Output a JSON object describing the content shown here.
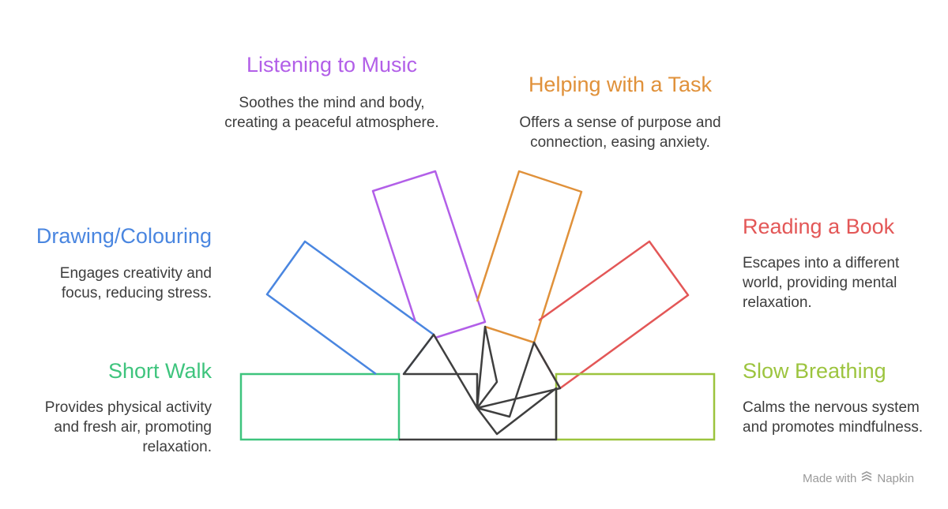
{
  "items": [
    {
      "title": "Short Walk",
      "description": "Provides physical activity and fresh air, promoting relaxation.",
      "color": "#3ec47d"
    },
    {
      "title": "Drawing/Colouring",
      "description": "Engages creativity and focus, reducing stress.",
      "color": "#4a86e0"
    },
    {
      "title": "Listening to Music",
      "description": "Soothes the mind and body, creating a peaceful atmosphere.",
      "color": "#b25fe8"
    },
    {
      "title": "Helping with a Task",
      "description": "Offers a sense of purpose and connection, easing anxiety.",
      "color": "#e0913a"
    },
    {
      "title": "Reading a Book",
      "description": "Escapes into a different world, providing mental relaxation.",
      "color": "#e35757"
    },
    {
      "title": "Slow Breathing",
      "description": "Calms the nervous system and promotes mindfulness.",
      "color": "#9cc43e"
    }
  ],
  "hub_color": "#3f3f3f",
  "watermark": {
    "prefix": "Made with",
    "brand": "Napkin",
    "icon": "napkin-logo-icon"
  }
}
